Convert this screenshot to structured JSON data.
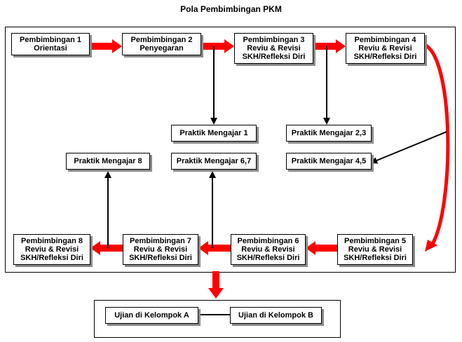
{
  "title": "Pola Pembimbingan PKM",
  "colors": {
    "arrow_red": "#ff0000",
    "line_black": "#000000",
    "shadow": "#8a8a8a"
  },
  "boxes": {
    "pb1": "Pembimbingan 1\nOrientasi",
    "pb2": "Pembimbingan 2\nPenyegaran",
    "pb3": "Pembimbingan 3\nReviu & Revisi\nSKH/Refleksi Diri",
    "pb4": "Pembimbingan 4\nReviu & Revisi\nSKH/Refleksi Diri",
    "pb5": "Pembimbingan 5\nReviu & Revisi\nSKH/Refleksi Diri",
    "pb6": "Pembimbingan 6\nReviu & Revisi\nSKH/Refleksi Diri",
    "pb7": "Pembimbingan 7\nReviu & Revisi\nSKH/Refleksi Diri",
    "pb8": "Pembimbingan 8\nReviu & Revisi\nSKH/Refleksi Diri",
    "pm1": "Praktik Mengajar 1",
    "pm23": "Praktik Mengajar 2,3",
    "pm45": "Praktik Mengajar 4,5",
    "pm67": "Praktik Mengajar 6,7",
    "pm8": "Praktik Mengajar 8",
    "exam_a": "Ujian di Kelompok A",
    "exam_b": "Ujian di Kelompok B"
  }
}
